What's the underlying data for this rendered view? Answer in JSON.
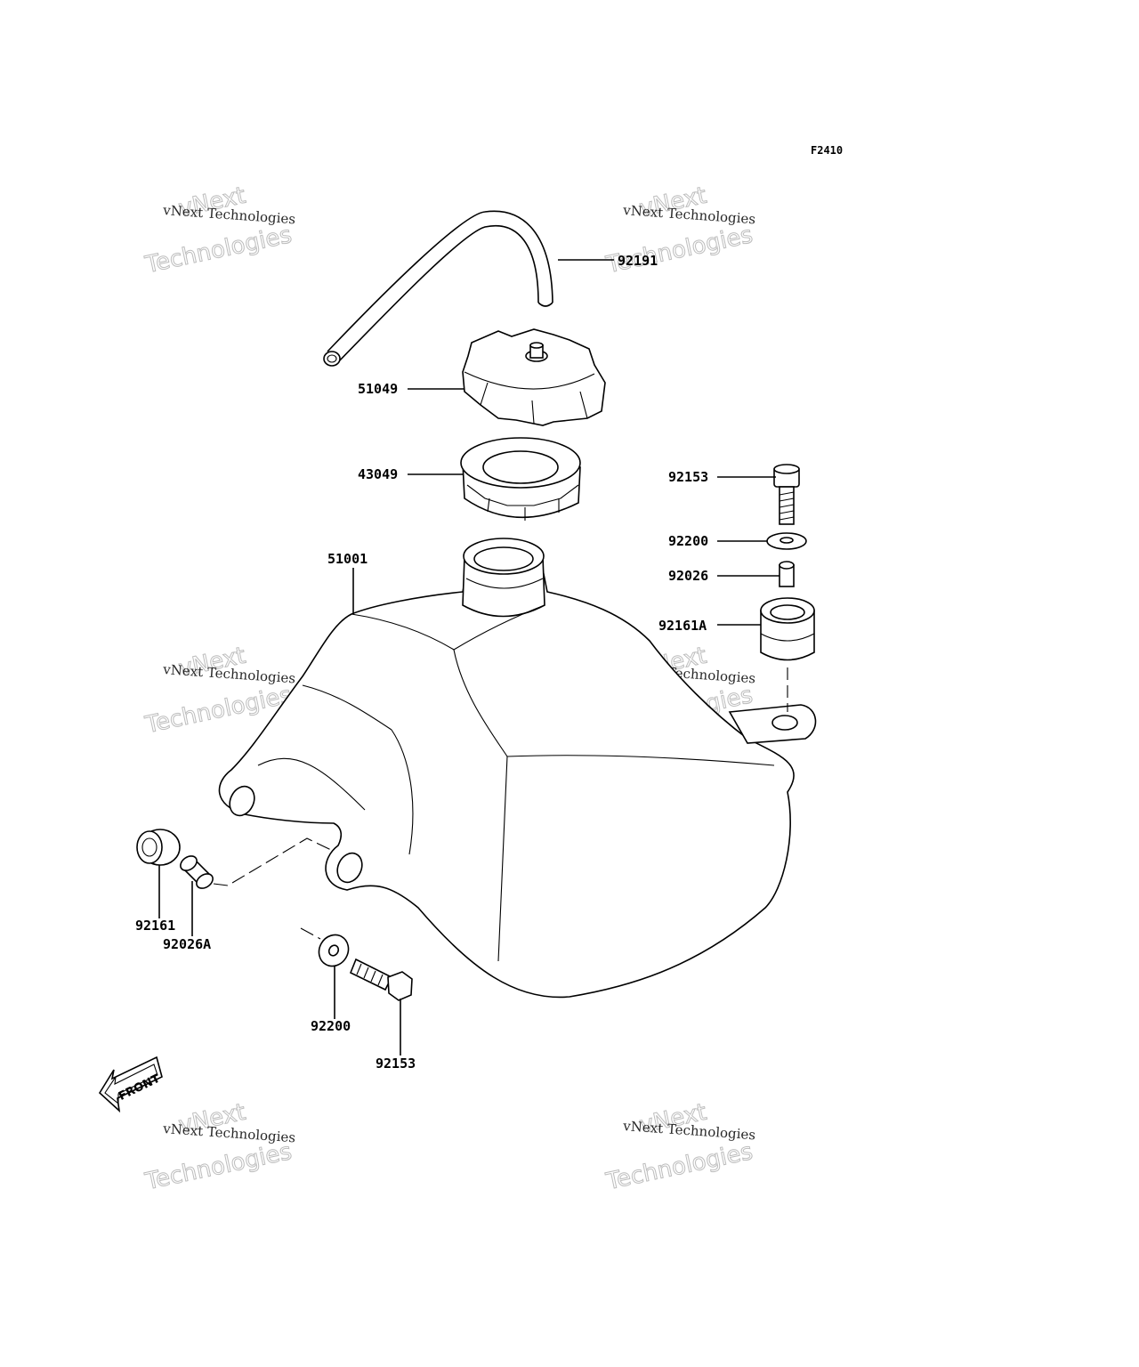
{
  "figure_code": "F2410",
  "watermark": {
    "line1": "vNext Technologies",
    "line2": "vNext",
    "line3": "Technologies"
  },
  "front_label": "FRONT",
  "callouts": {
    "p92191": "92191",
    "p51049": "51049",
    "p43049": "43049",
    "p51001": "51001",
    "p92153_top": "92153",
    "p92200_top": "92200",
    "p92026": "92026",
    "p92161A": "92161A",
    "p92161": "92161",
    "p92026A": "92026A",
    "p92200_bottom": "92200",
    "p92153_bottom": "92153"
  }
}
